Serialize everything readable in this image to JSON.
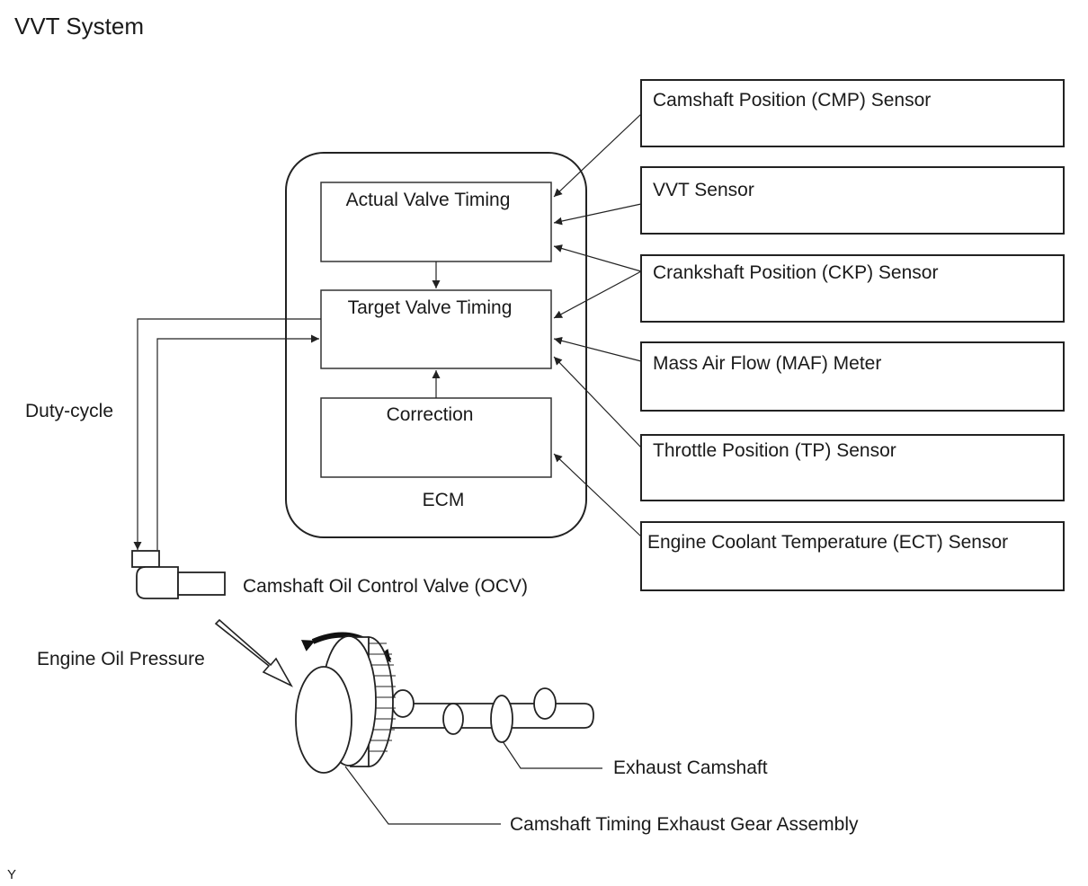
{
  "title": "VVT System",
  "ecm": {
    "label": "ECM",
    "blocks": {
      "actual": "Actual Valve Timing",
      "target": "Target Valve Timing",
      "correction": "Correction"
    }
  },
  "sensors": [
    "Camshaft Position (CMP) Sensor",
    "VVT Sensor",
    "Crankshaft Position (CKP) Sensor",
    "Mass Air Flow (MAF) Meter",
    "Throttle Position (TP) Sensor",
    "Engine Coolant Temperature (ECT) Sensor"
  ],
  "labels": {
    "duty_cycle": "Duty-cycle",
    "ocv": "Camshaft Oil Control Valve (OCV)",
    "oil_pressure": "Engine Oil Pressure",
    "exhaust_camshaft": "Exhaust Camshaft",
    "gear_assembly": "Camshaft Timing Exhaust Gear Assembly"
  },
  "footer_code": "Y"
}
